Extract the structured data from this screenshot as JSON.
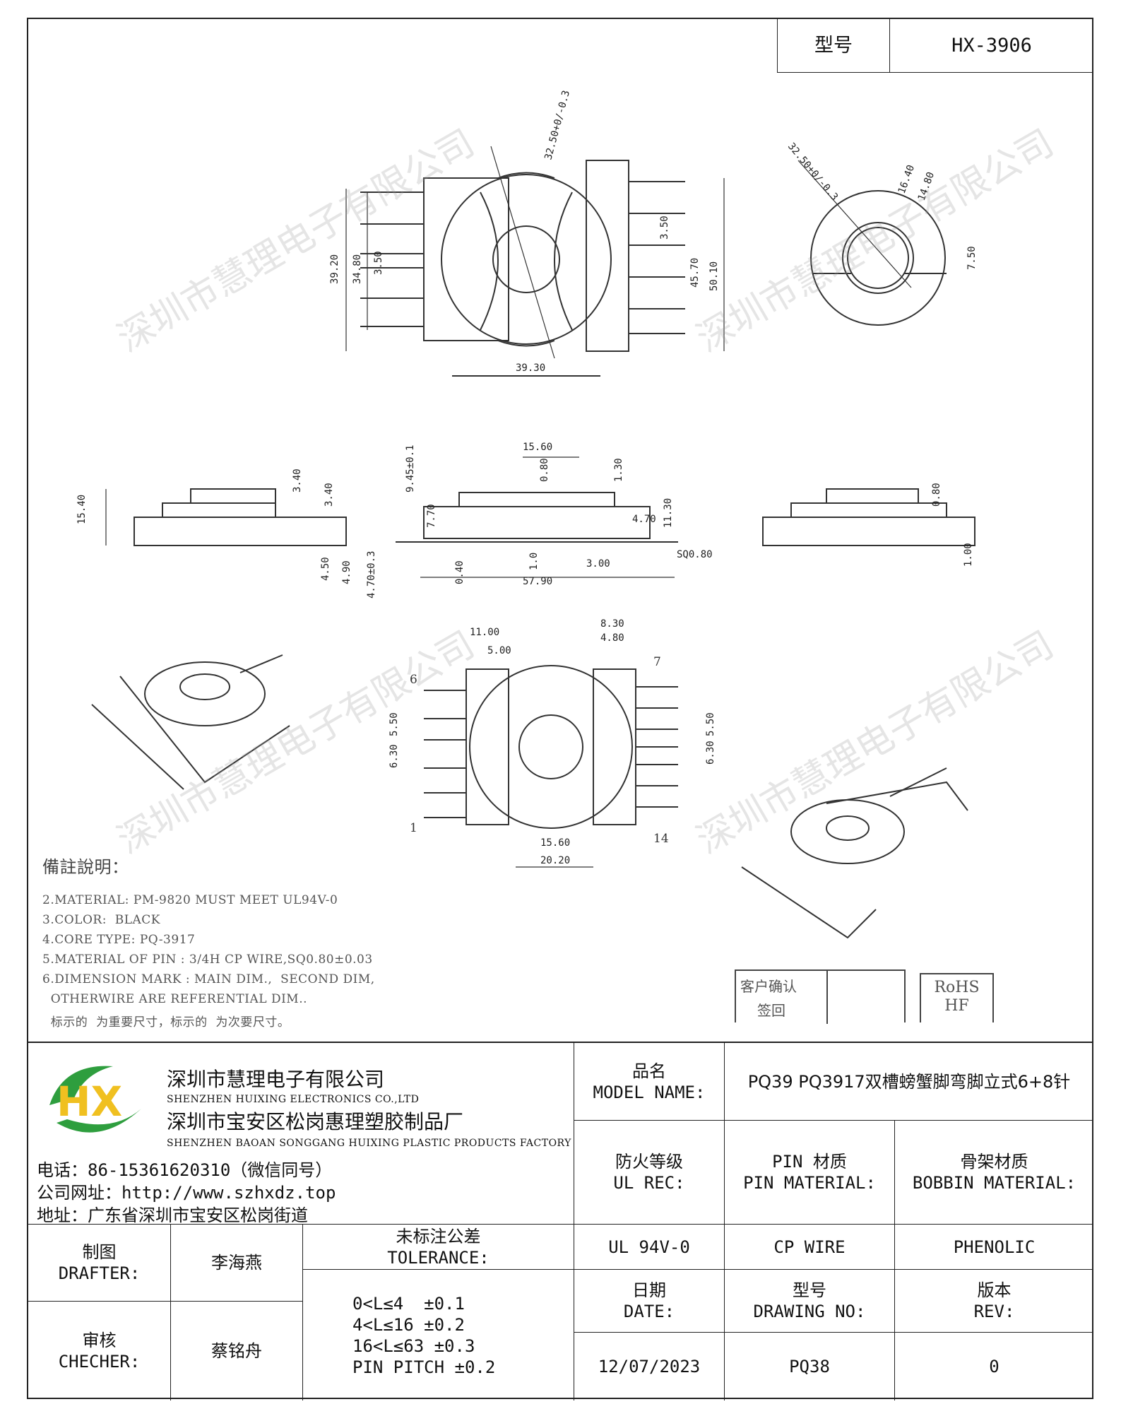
{
  "header": {
    "model_label": "型号",
    "model_value": "HX-3906"
  },
  "watermark": "深圳市慧理电子有限公司",
  "drawing": {
    "top_left_dims": [
      "32.50+0/-0.3",
      "39.20",
      "34.80",
      "3.50",
      "39.30",
      "3.50",
      "45.70",
      "50.10"
    ],
    "top_right_dims": [
      "32.50+0/-0.3",
      "16.40",
      "14.80",
      "7.50"
    ],
    "side_left_dims": [
      "15.40",
      "3.40",
      "3.40",
      "4.50",
      "4.90",
      "4.70±0.3"
    ],
    "side_mid_dims": [
      "15.60",
      "9.45±0.1",
      "0.80",
      "1.30",
      "7.70",
      "11.30",
      "4.70",
      "SQ0.80",
      "0.40",
      "1.0",
      "3.00",
      "57.90"
    ],
    "side_right_dims": [
      "0.80",
      "1.00"
    ],
    "bottom_dims": [
      "11.00",
      "5.00",
      "8.30",
      "4.80",
      "5.50",
      "6.30",
      "5.50",
      "6.30",
      "15.60",
      "20.20"
    ],
    "pin_numbers": [
      "6",
      "7",
      "1",
      "14"
    ]
  },
  "notes": {
    "title": "備註說明：",
    "lines": [
      "2.MATERIAL: PM-9820 MUST MEET UL94V-0",
      "3.COLOR:  BLACK",
      "4.CORE TYPE: PQ-3917",
      "5.MATERIAL OF PIN : 3/4H CP WIRE,SQ0.80±0.03",
      "6.DIMENSION MARK : MAIN DIM.,  SECOND DIM,",
      "  OTHERWIRE ARE REFERENTIAL DIM..",
      "  标示的  为重要尺寸，标示的  为次要尺寸。"
    ]
  },
  "stamps": {
    "confirm_line1": "客户确认",
    "confirm_line2": "签回",
    "rohs": "RoHS",
    "hf": "HF"
  },
  "company": {
    "logo_text": "HX",
    "name_cn": "深圳市慧理电子有限公司",
    "name_en": "SHENZHEN HUIXING ELECTRONICS CO.,LTD",
    "factory_cn": "深圳市宝安区松岗惠理塑胶制品厂",
    "factory_en": "SHENZHEN BAOAN SONGGANG HUIXING PLASTIC PRODUCTS FACTORY",
    "phone": "电话：86-15361620310（微信同号）",
    "website": "公司网址：http://www.szhxdz.top",
    "address": "地址：广东省深圳市宝安区松岗街道"
  },
  "title_block": {
    "model_name_cn": "品名",
    "model_name_en": "MODEL NAME:",
    "model_name_value": "PQ39 PQ3917双槽螃蟹脚弯脚立式6+8针",
    "fire_cn": "防火等级",
    "fire_en": "UL REC:",
    "pin_cn": "PIN 材质",
    "pin_en": "PIN MATERIAL:",
    "bobbin_cn": "骨架材质",
    "bobbin_en": "BOBBIN MATERIAL:",
    "fire_value": "UL 94V-0",
    "pin_value": "CP WIRE",
    "bobbin_value": "PHENOLIC",
    "drafter_cn": "制图",
    "drafter_en": "DRAFTER:",
    "drafter_name": "李海燕",
    "checker_cn": "审核",
    "checker_en": "CHECHER:",
    "checker_name": "蔡铭舟",
    "tol_cn": "未标注公差",
    "tol_en": "TOLERANCE:",
    "tol_1": "0<L≤4  ±0.1",
    "tol_2": "4<L≤16 ±0.2",
    "tol_3": "16<L≤63 ±0.3",
    "tol_4": "PIN PITCH ±0.2",
    "date_cn": "日期",
    "date_en": "DATE:",
    "date_value": "12/07/2023",
    "drawing_cn": "型号",
    "drawing_en": "DRAWING NO:",
    "drawing_value": "PQ38",
    "rev_cn": "版本",
    "rev_en": "REV:",
    "rev_value": "0"
  }
}
